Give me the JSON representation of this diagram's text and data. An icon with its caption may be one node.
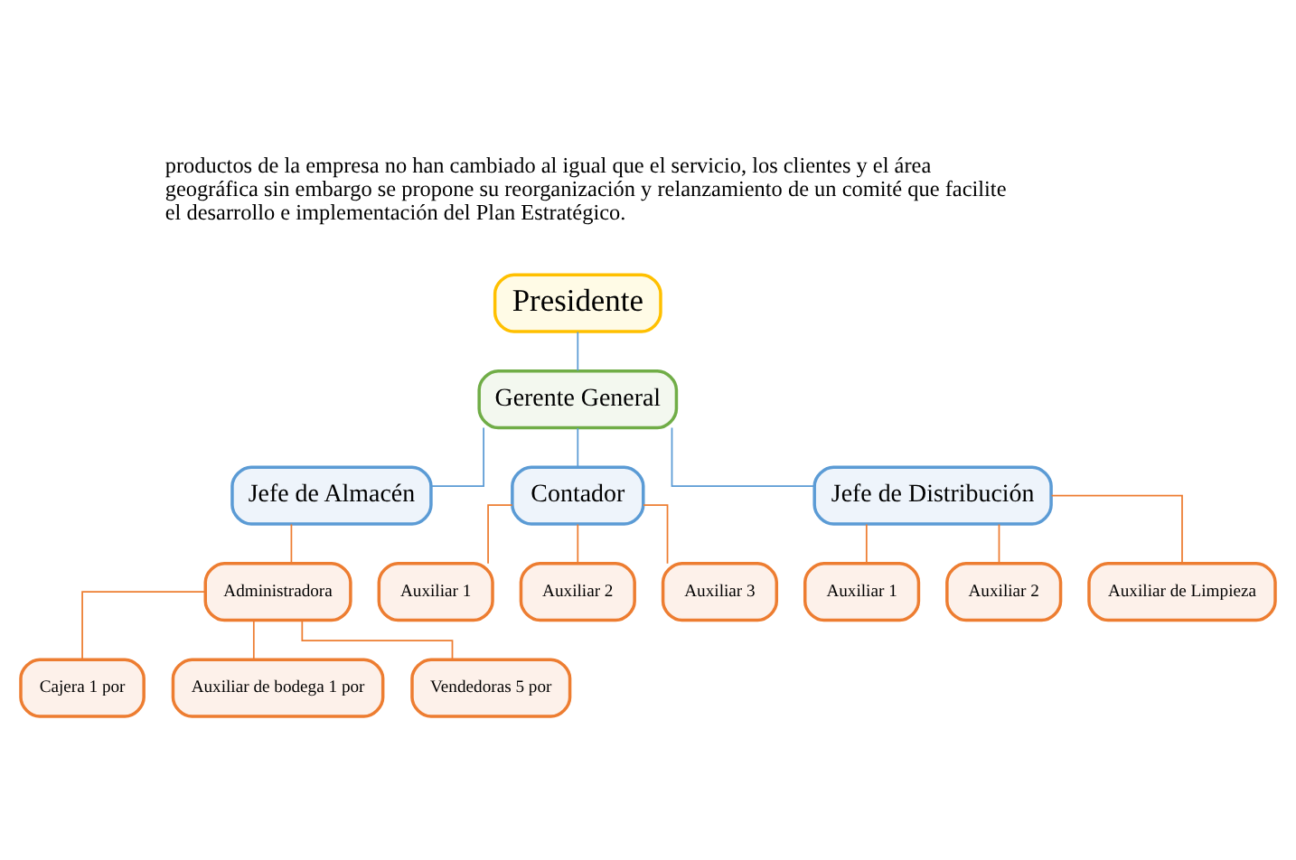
{
  "diagram": {
    "nodes": [
      {
        "text": [
          "Presidente"
        ]
      },
      {
        "text": [
          "Gerente General"
        ]
      },
      {
        "text": [
          "Jefe de Almacén"
        ]
      },
      {
        "text": [
          "Contador"
        ]
      },
      {
        "text": [
          "Jefe de Distribución"
        ]
      },
      {
        "text": [
          "Administradora"
        ]
      },
      {
        "text": [
          "Auxiliar 1"
        ]
      },
      {
        "text": [
          "Auxiliar 2"
        ]
      },
      {
        "text": [
          "Auxiliar 3"
        ]
      },
      {
        "text": [
          "Auxiliar 1"
        ]
      },
      {
        "text": [
          "Auxiliar 2"
        ]
      },
      {
        "text": [
          "Auxiliar de Limpieza"
        ]
      },
      {
        "text": [
          "Cajera 1 por"
        ]
      },
      {
        "text": [
          "Auxiliar de bodega 1 por"
        ]
      },
      {
        "text": [
          "Vendedoras 5 por"
        ]
      }
    ],
    "edges": [
      {
        "from": 0,
        "to": 1,
        "arrow": "none",
        "color": "#5b9bd5"
      },
      {
        "from": 1,
        "to": 2,
        "arrow": "none",
        "color": "#5b9bd5"
      },
      {
        "from": 1,
        "to": 3,
        "arrow": "none",
        "color": "#5b9bd5"
      },
      {
        "from": 1,
        "to": 4,
        "arrow": "none",
        "color": "#5b9bd5"
      },
      {
        "from": 2,
        "to": 5,
        "arrow": "none"
      },
      {
        "from": 3,
        "to": 6,
        "arrow": "none"
      },
      {
        "from": 3,
        "to": 7,
        "arrow": "none"
      },
      {
        "from": 3,
        "to": 8,
        "arrow": "none"
      },
      {
        "from": 4,
        "to": 9,
        "arrow": "none"
      },
      {
        "from": 4,
        "to": 10,
        "arrow": "none"
      },
      {
        "from": 4,
        "to": 11,
        "arrow": "none"
      },
      {
        "from": 5,
        "to": 12,
        "arrow": "none"
      },
      {
        "from": 5,
        "to": 13,
        "arrow": "none"
      },
      {
        "from": 5,
        "to": 14,
        "arrow": "none"
      }
    ],
    "labels": [
      "productos de la empresa no han cambiado al igual que el servicio, los clientes y el área geográfica sin embargo se propone su reorganización y relanzamiento de un comité que facilite el desarrollo e implementación del Plan Estratégico."
    ]
  }
}
